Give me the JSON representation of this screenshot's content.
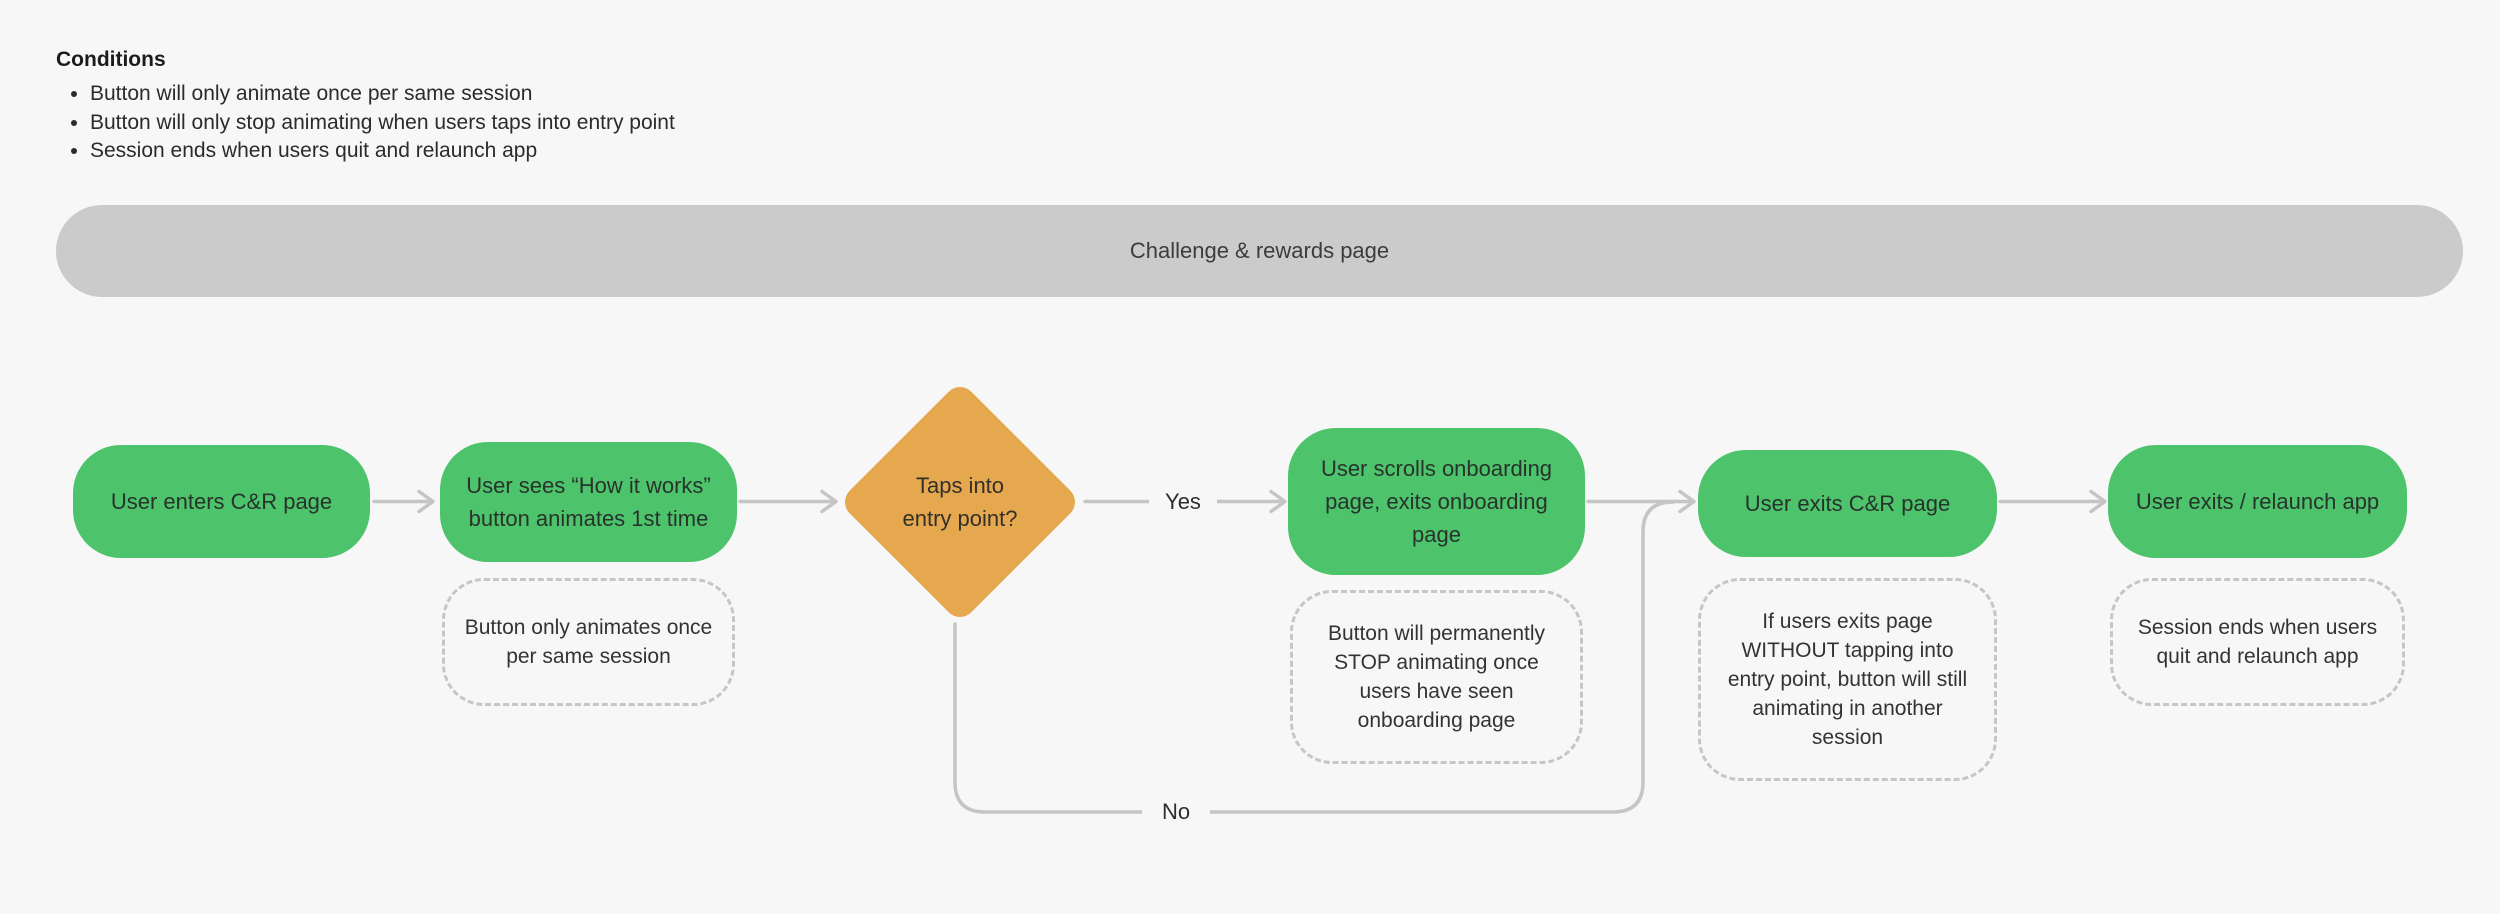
{
  "conditions": {
    "title": "Conditions",
    "items": [
      "Button will only animate once per same session",
      "Button will only stop animating when users taps into entry point",
      "Session ends when users quit and relaunch app"
    ]
  },
  "banner": {
    "label": "Challenge & rewards page"
  },
  "flow": {
    "nodes": {
      "enter": "User enters C&R page",
      "sees": "User sees “How it works”\nbutton animates 1st time",
      "scrolls": "User scrolls onboarding\npage, exits onboarding\npage",
      "exits": "User exits C&R page",
      "relaunch": "User exits / relaunch app"
    },
    "decision": "Taps into\nentry point?",
    "edge_labels": {
      "yes": "Yes",
      "no": "No"
    },
    "notes": {
      "sees": "Button only animates once\nper same session",
      "scrolls": "Button will permanently\nSTOP animating once\nusers have seen\nonboarding page",
      "exits": "If users exits page\nWITHOUT tapping into\nentry point, button will still\nanimating in another\nsession",
      "relaunch": "Session ends when users\nquit and relaunch app"
    }
  },
  "colors": {
    "background": "#f7f7f7",
    "banner_gray": "#cbcbcb",
    "node_green": "#4dc36b",
    "decision_orange": "#e5a84f",
    "connector_gray": "#c5c5c5",
    "dashed_border_gray": "#c6c6c6"
  }
}
